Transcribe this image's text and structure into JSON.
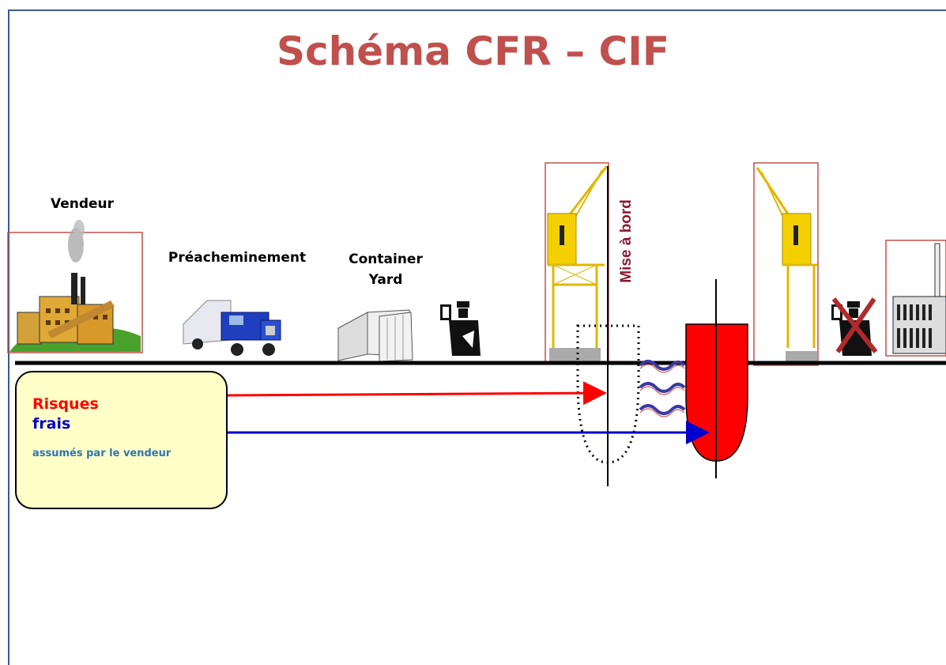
{
  "title": "Schéma CFR – CIF",
  "labels": {
    "vendeur": "Vendeur",
    "preacheminement": "Préacheminement",
    "container_line1": "Container",
    "container_line2": "Yard",
    "mise_a_bord": "Mise à bord"
  },
  "legend": {
    "risques": "Risques",
    "frais": "frais",
    "assumes": "assumés par le vendeur"
  },
  "colors": {
    "title": "#c0504d",
    "risques": "#ff0000",
    "frais": "#0000cc",
    "assumes": "#2e75b6",
    "ship": "#ff0000",
    "crane": "#f5d000",
    "box_fill": "#ffffc8"
  },
  "icons": [
    "factory-icon",
    "truck-icon",
    "container-icon",
    "customs-officer-icon",
    "crane-icon",
    "ship-icon",
    "waves-icon",
    "customs-officer-crossed-icon",
    "destination-building-icon"
  ]
}
